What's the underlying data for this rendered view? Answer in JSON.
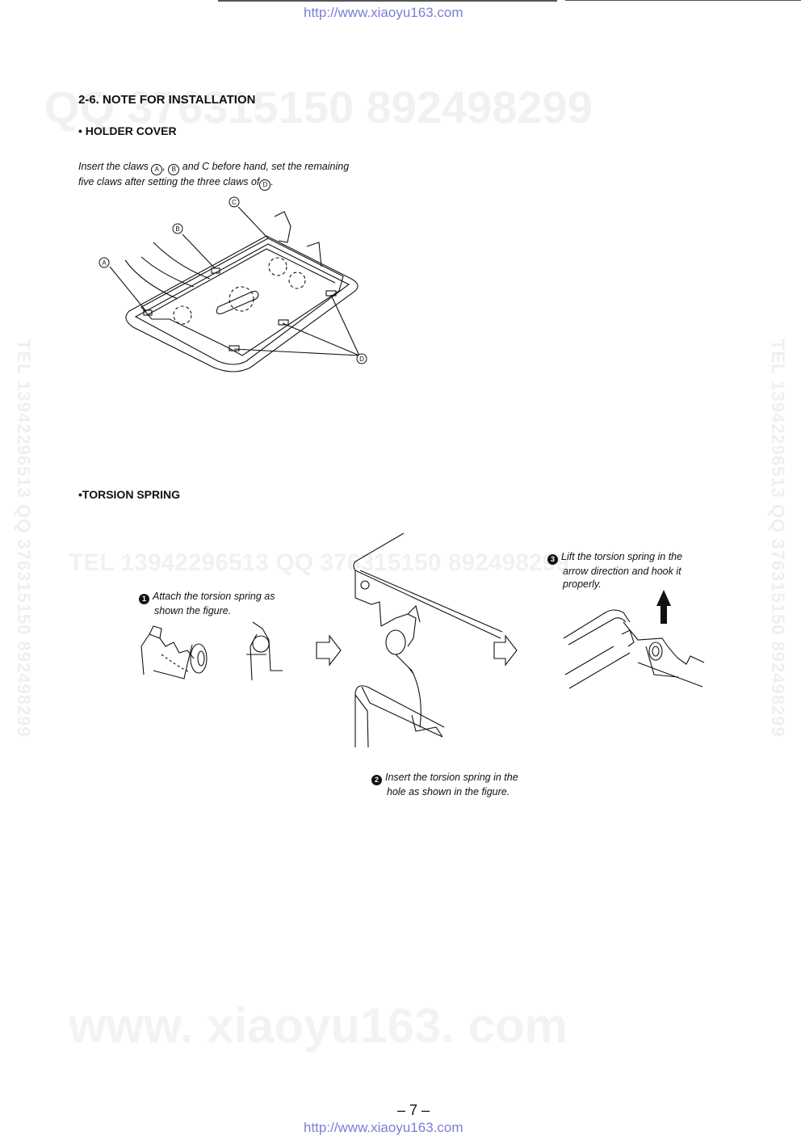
{
  "header": {
    "url": "http://www.xiaoyu163.com"
  },
  "footer": {
    "url": "http://www.xiaoyu163.com",
    "page_number": "– 7 –"
  },
  "watermarks": {
    "top": "QQ 376315150    892498299",
    "mid": "TEL 13942296513         QQ 376315150    892498299",
    "bottom": "www. xiaoyu163. com",
    "left_vertical": "TEL 13942296513 QQ 376315150 892498299",
    "right_vertical": "TEL 13942296513 QQ 376315150 892498299"
  },
  "section": {
    "title": "2-6. NOTE FOR INSTALLATION",
    "holder_cover": {
      "heading": "• HOLDER COVER",
      "instruction_part1": "Insert the claws",
      "instruction_part2": "and C before hand, set the remaining",
      "instruction_line2a": "five claws after setting the three claws of",
      "instruction_line2b": ".",
      "labels": {
        "a": "A",
        "b": "B",
        "c": "C",
        "d": "D"
      }
    },
    "torsion_spring": {
      "heading": "•TORSION SPRING",
      "step1_num": "1",
      "step1_line1": "Attach the torsion spring as",
      "step1_line2": "shown the figure.",
      "step2_num": "2",
      "step2_line1": "Insert the torsion spring in the",
      "step2_line2": "hole as shown in the figure.",
      "step3_num": "3",
      "step3_line1": "Lift the torsion spring in the",
      "step3_line2": "arrow direction and hook it",
      "step3_line3": "properly."
    }
  }
}
